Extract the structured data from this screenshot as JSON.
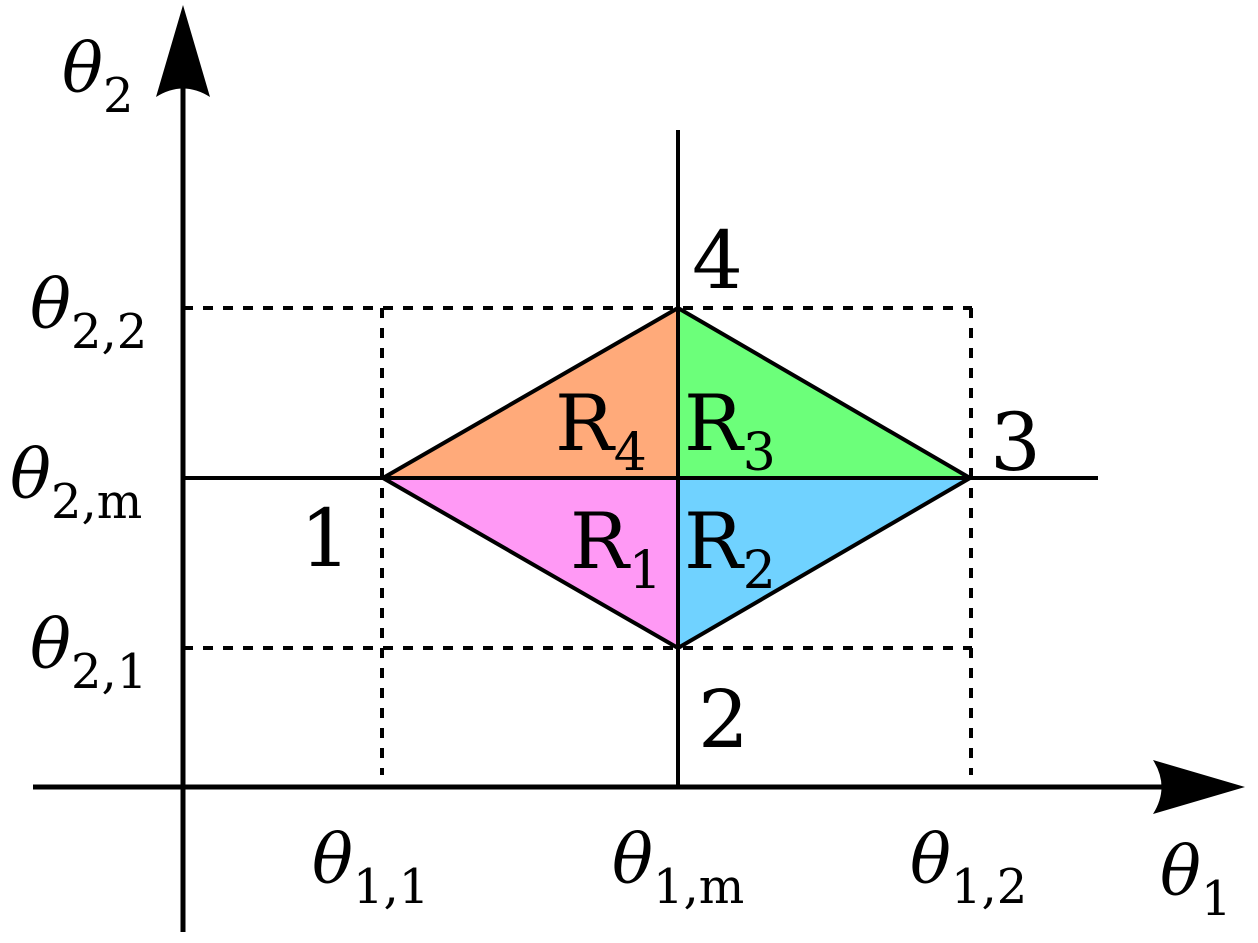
{
  "axes": {
    "x_label": {
      "base": "θ",
      "sub": "1"
    },
    "y_label": {
      "base": "θ",
      "sub": "2"
    }
  },
  "ticks": {
    "x": [
      {
        "base": "θ",
        "sub": "1,1"
      },
      {
        "base": "θ",
        "sub": "1,m"
      },
      {
        "base": "θ",
        "sub": "1,2"
      }
    ],
    "y": [
      {
        "base": "θ",
        "sub": "2,2"
      },
      {
        "base": "θ",
        "sub": "2,m"
      },
      {
        "base": "θ",
        "sub": "2,1"
      }
    ]
  },
  "vertices": [
    "1",
    "2",
    "3",
    "4"
  ],
  "regions": [
    {
      "base": "R",
      "sub": "1",
      "color": "#FF99F5"
    },
    {
      "base": "R",
      "sub": "2",
      "color": "#70D2FF"
    },
    {
      "base": "R",
      "sub": "3",
      "color": "#6CFF7A"
    },
    {
      "base": "R",
      "sub": "4",
      "color": "#FFAA7A"
    }
  ]
}
